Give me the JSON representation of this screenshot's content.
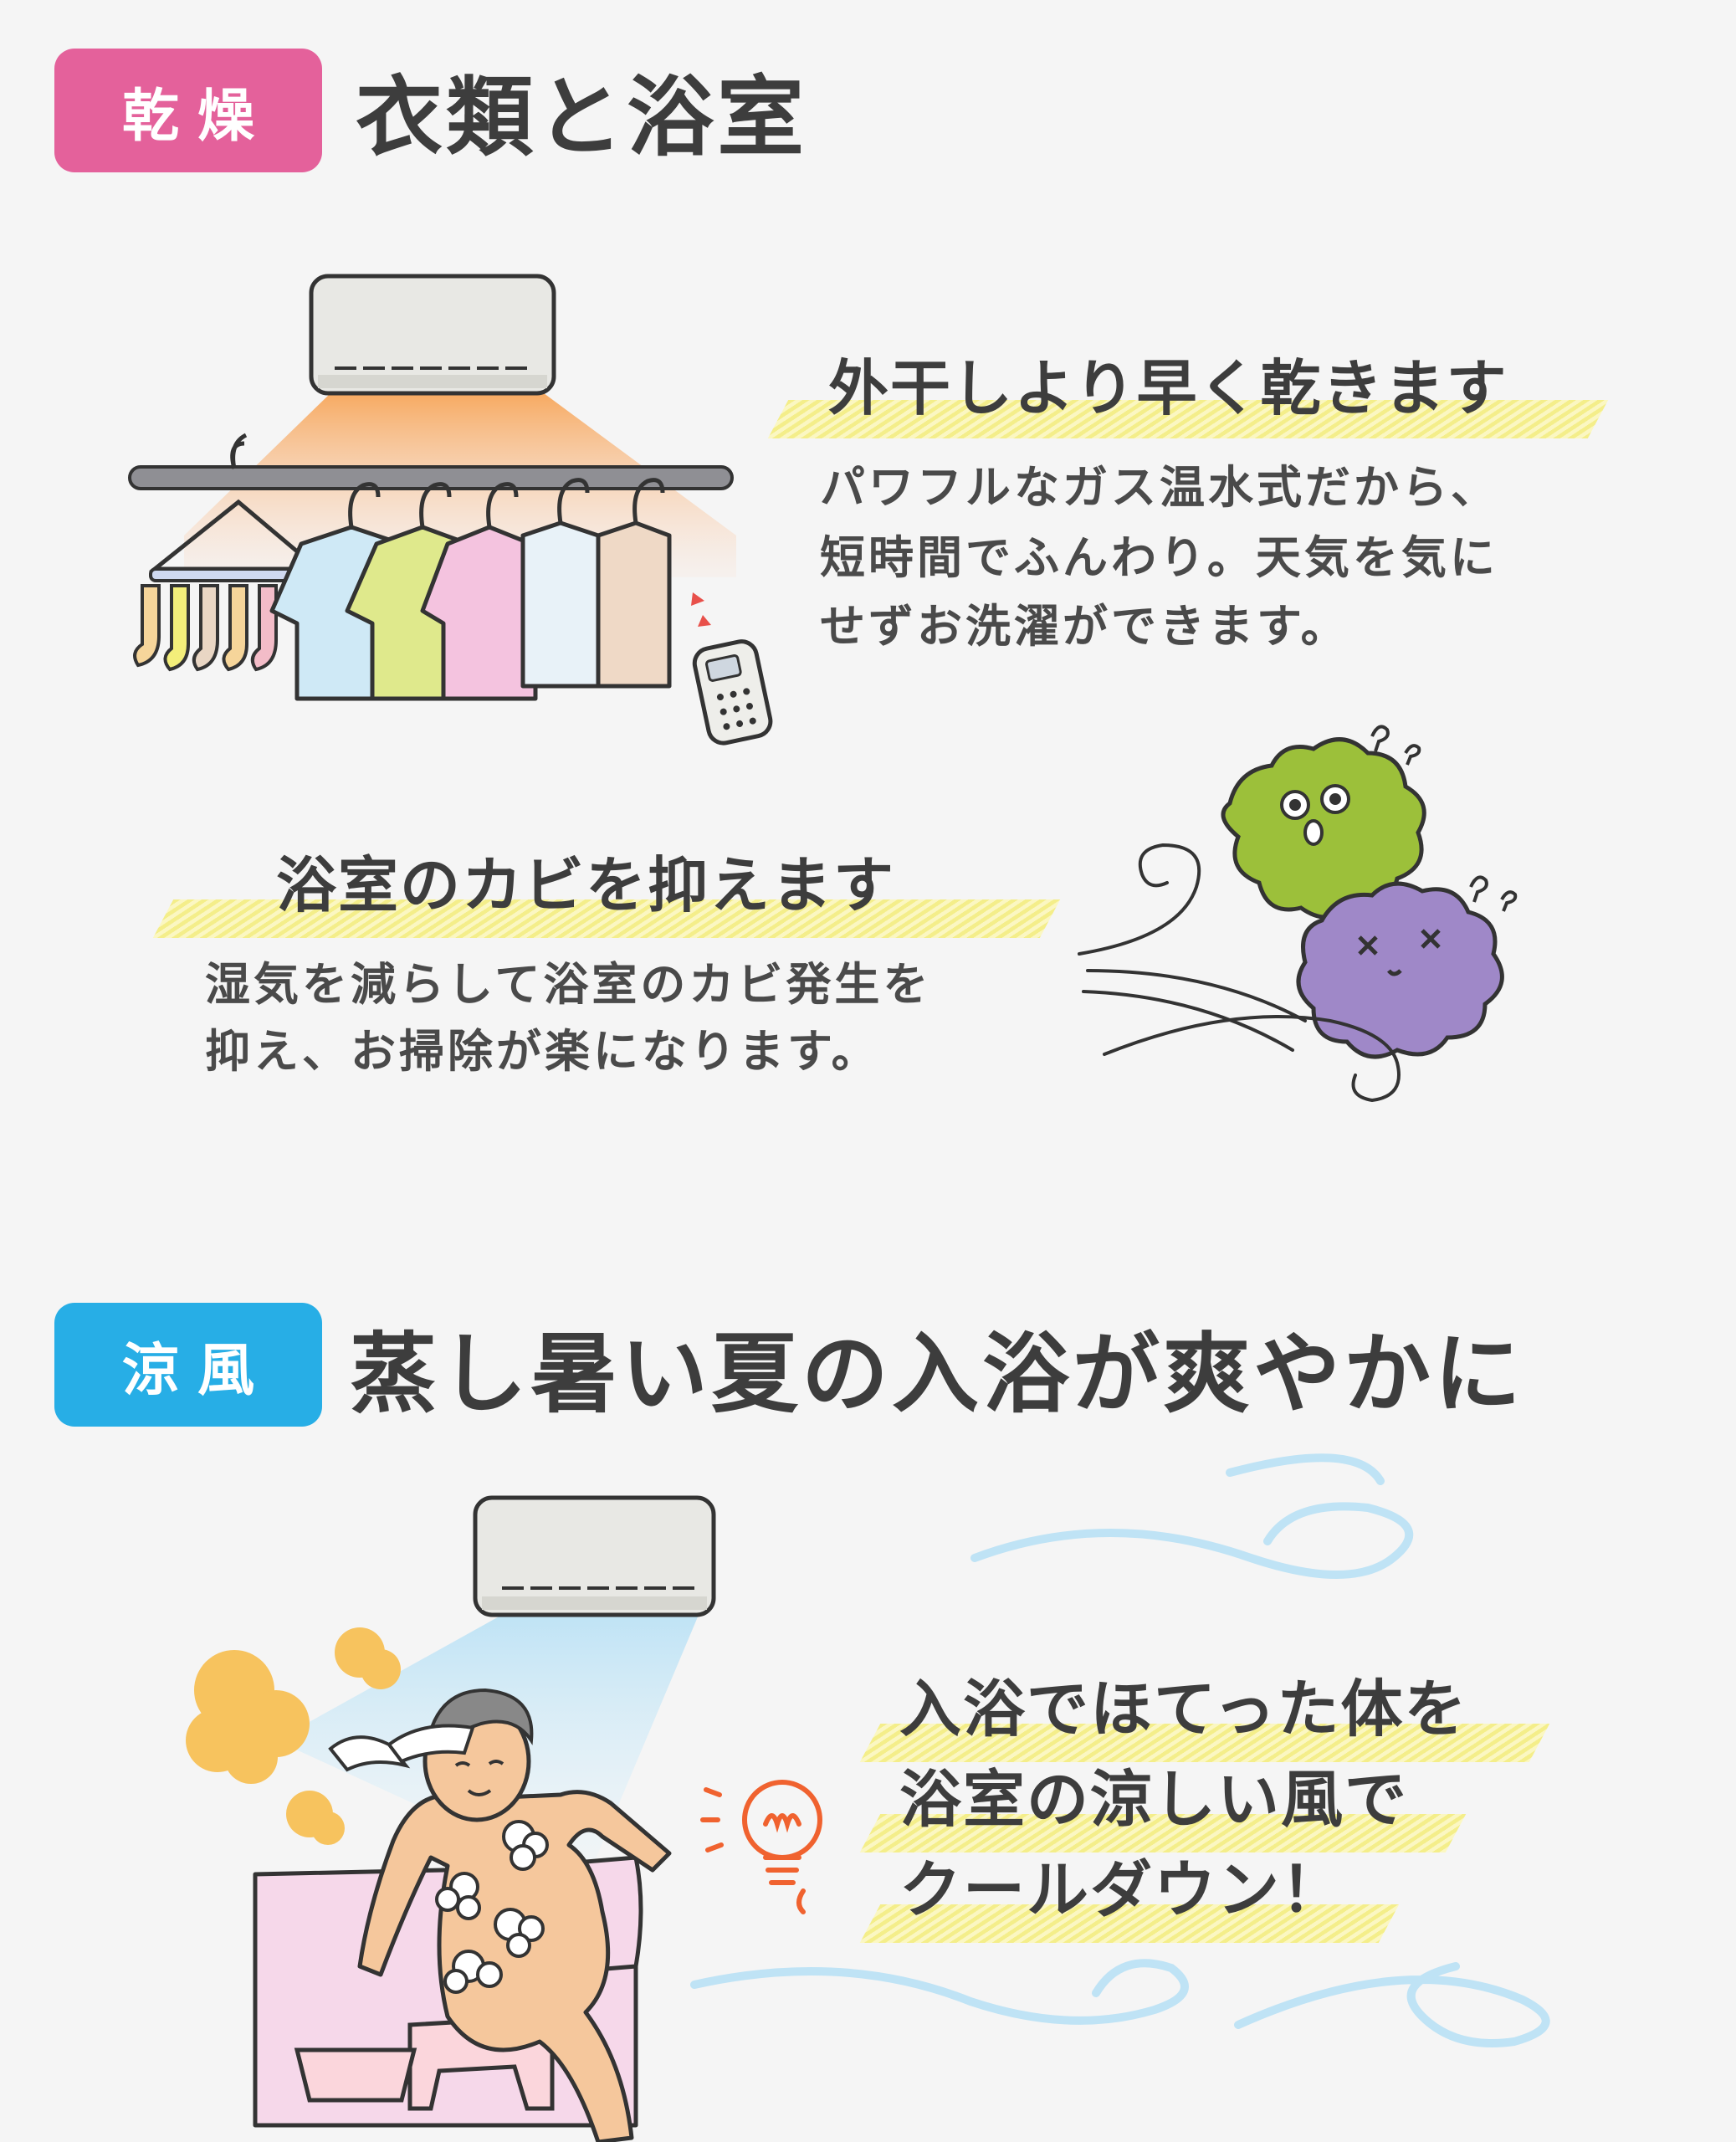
{
  "drying": {
    "badge": "乾燥",
    "badge_color": "#e4619b",
    "title": "衣類と浴室",
    "feature1": {
      "headline": "外干しより早く乾きます",
      "lines": [
        "パワフルなガス温水式だから、",
        "短時間でふんわり。天気を気に",
        "せずお洗濯ができます。"
      ]
    },
    "feature2": {
      "headline": "浴室のカビを抑えます",
      "lines": [
        "湿気を減らして浴室のカビ発生を",
        "抑え、お掃除が楽になります。"
      ]
    }
  },
  "cooling": {
    "badge": "涼風",
    "badge_color": "#27aee6",
    "title": "蒸し暑い夏の入浴が爽やかに",
    "lines": [
      "入浴でほてった体を",
      "浴室の涼しい風で",
      "クールダウン！"
    ]
  },
  "icons": {
    "ac_unit": "air-conditioner-icon",
    "laundry": "hanging-laundry-icon",
    "remote": "remote-control-icon",
    "mold": "mold-germ-icon",
    "wind": "wind-swirl-icon",
    "bath": "bathing-person-icon",
    "bulb": "light-bulb-icon"
  },
  "colors": {
    "warm_air": "#f7a65a",
    "cool_air": "#bfe3f5",
    "marker": "#f4ee8a",
    "mold_green": "#9cc03a",
    "mold_purple": "#9f88c8"
  }
}
